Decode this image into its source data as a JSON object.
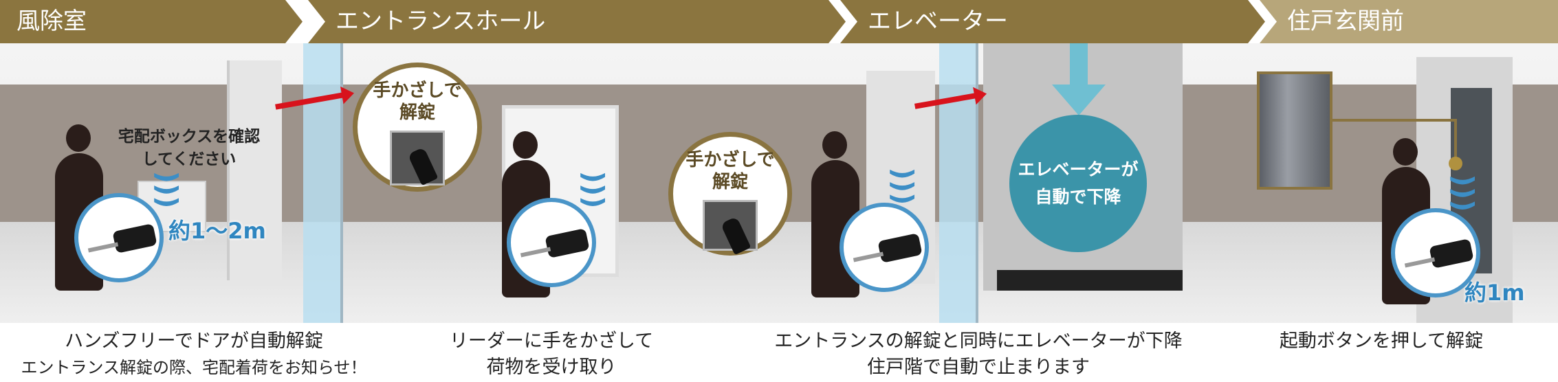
{
  "steps": [
    {
      "title": "風除室",
      "color": "#8b753f"
    },
    {
      "title": "エントランスホール",
      "color": "#8b753f"
    },
    {
      "title": "エレベーター",
      "color": "#8b753f"
    },
    {
      "title": "住戸玄関前",
      "color": "#b7a67a"
    }
  ],
  "scene": {
    "vestibule_notice": "宅配ボックスを確認してください",
    "distance_1": "約1～2m",
    "hand_over_1": [
      "手かざしで",
      "解錠"
    ],
    "hand_over_2": [
      "手かざしで",
      "解錠"
    ],
    "elevator_bubble": [
      "エレベーターが",
      "自動で下降"
    ],
    "distance_2": "約1m",
    "elevator_color": "#2f8fa6"
  },
  "captions": [
    {
      "lines": [
        "ハンズフリーでドアが自動解錠",
        "エントランス解錠の際、宅配着荷をお知らせ！"
      ]
    },
    {
      "lines": [
        "リーダーに手をかざして",
        "荷物を受け取り"
      ]
    },
    {
      "lines": [
        "エントランスの解錠と同時にエレベーターが下降",
        "住戸階で自動で止まります"
      ]
    },
    {
      "lines": [
        "起動ボタンを押して解錠"
      ]
    }
  ]
}
